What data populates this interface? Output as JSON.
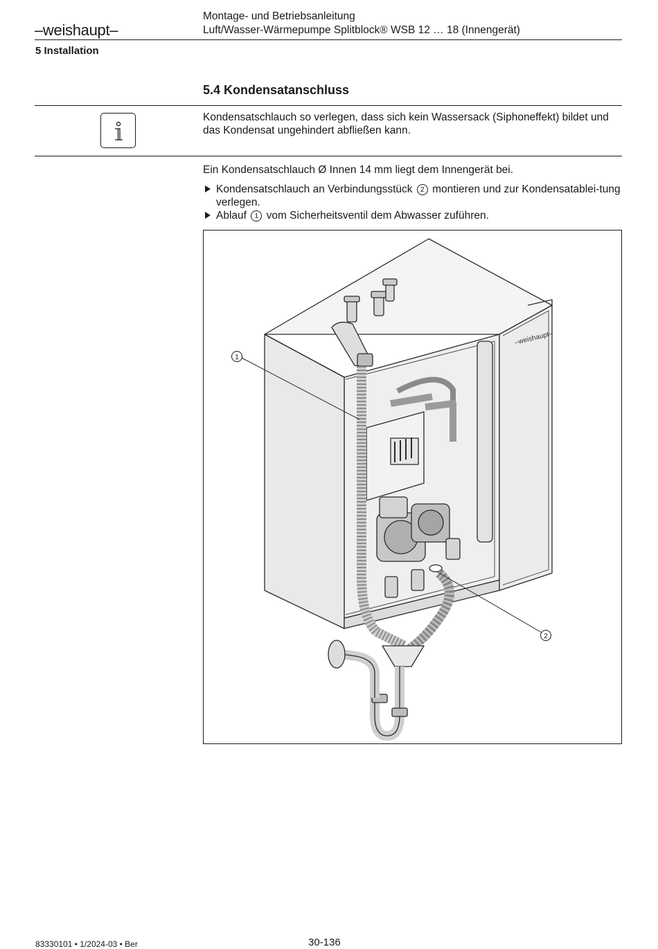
{
  "header": {
    "brand": "–weishaupt–",
    "line1": "Montage- und Betriebsanleitung",
    "line2": "Luft/Wasser-Wärmepumpe Splitblock® WSB 12 … 18 (Innengerät)"
  },
  "section_label": "5 Installation",
  "heading": "5.4 Kondensatanschluss",
  "info": {
    "icon": "info-icon",
    "text": "Kondensatschlauch so verlegen, dass sich kein Wassersack (Siphoneffekt) bildet und das Kondensat ungehindert abfließen kann."
  },
  "body": {
    "intro": "Ein Kondensatschlauch Ø Innen 14 mm liegt dem Innengerät bei.",
    "step1_a": "Kondensatschlauch an Verbindungsstück",
    "step1_num": "2",
    "step1_b": "montieren und zur Kondensatablei-tung verlegen.",
    "step2_a": "Ablauf",
    "step2_num": "1",
    "step2_b": "vom Sicherheitsventil dem Abwasser zuführen."
  },
  "figure": {
    "callout1": "1",
    "callout2": "2",
    "device_brand": "–weishaupt–"
  },
  "footer": {
    "doc_id": "83330101 • 1/2024-03 • Ber",
    "page": "30-136"
  }
}
